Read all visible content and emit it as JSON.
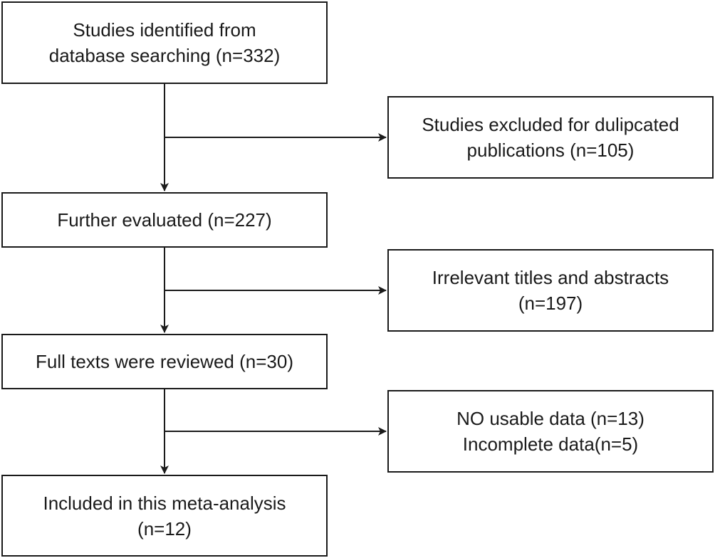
{
  "boxes": {
    "identified": {
      "lines": [
        "Studies identified from",
        "database searching (n=332)"
      ]
    },
    "duplicates": {
      "lines": [
        "Studies excluded for dulipcated",
        "publications (n=105)"
      ]
    },
    "further": {
      "lines": [
        "Further evaluated (n=227)"
      ]
    },
    "irrelevant": {
      "lines": [
        "Irrelevant titles and abstracts",
        "(n=197)"
      ]
    },
    "fulltext": {
      "lines": [
        "Full texts were reviewed (n=30)"
      ]
    },
    "nodata": {
      "lines": [
        "NO usable data (n=13)",
        "Incomplete data(n=5)"
      ]
    },
    "included": {
      "lines": [
        "Included in this meta-analysis",
        "(n=12)"
      ]
    }
  },
  "colors": {
    "stroke": "#1a1a1a",
    "background": "#ffffff"
  }
}
